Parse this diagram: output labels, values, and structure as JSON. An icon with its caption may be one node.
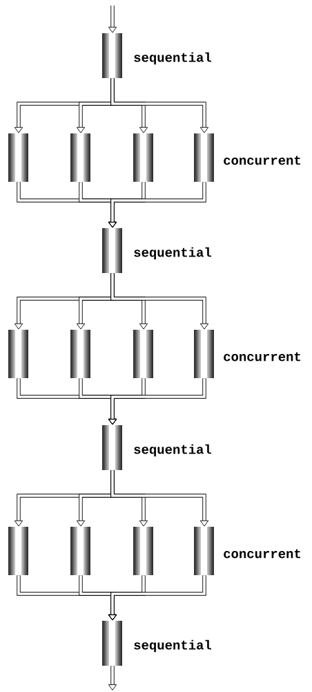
{
  "diagram": {
    "nodes": [
      {
        "text": [],
        "shape": "cylinder",
        "beside": [
          "sequential"
        ]
      },
      {
        "text": [],
        "shape": "cylinder"
      },
      {
        "text": [],
        "shape": "cylinder"
      },
      {
        "text": [],
        "shape": "cylinder"
      },
      {
        "text": [],
        "shape": "cylinder",
        "beside": [
          "concurrent"
        ]
      },
      {
        "text": [],
        "shape": "cylinder",
        "beside": [
          "sequential"
        ]
      },
      {
        "text": [],
        "shape": "cylinder"
      },
      {
        "text": [],
        "shape": "cylinder"
      },
      {
        "text": [],
        "shape": "cylinder"
      },
      {
        "text": [],
        "shape": "cylinder",
        "beside": [
          "concurrent"
        ]
      },
      {
        "text": [],
        "shape": "cylinder",
        "beside": [
          "sequential"
        ]
      },
      {
        "text": [],
        "shape": "cylinder"
      },
      {
        "text": [],
        "shape": "cylinder"
      },
      {
        "text": [],
        "shape": "cylinder"
      },
      {
        "text": [],
        "shape": "cylinder",
        "beside": [
          "concurrent"
        ]
      },
      {
        "text": [],
        "shape": "cylinder",
        "beside": [
          "sequential"
        ]
      }
    ],
    "edges": [
      {
        "from": null,
        "to": 0,
        "arrow": "to"
      },
      {
        "from": 0,
        "to": 1,
        "arrow": "to"
      },
      {
        "from": 0,
        "to": 2,
        "arrow": "to"
      },
      {
        "from": 0,
        "to": 3,
        "arrow": "to"
      },
      {
        "from": 0,
        "to": 4,
        "arrow": "to"
      },
      {
        "from": 1,
        "to": 5,
        "arrow": "to"
      },
      {
        "from": 2,
        "to": 5,
        "arrow": "to"
      },
      {
        "from": 3,
        "to": 5,
        "arrow": "to"
      },
      {
        "from": 4,
        "to": 5,
        "arrow": "to"
      },
      {
        "from": 5,
        "to": 6,
        "arrow": "to"
      },
      {
        "from": 5,
        "to": 7,
        "arrow": "to"
      },
      {
        "from": 5,
        "to": 8,
        "arrow": "to"
      },
      {
        "from": 5,
        "to": 9,
        "arrow": "to"
      },
      {
        "from": 6,
        "to": 10,
        "arrow": "to"
      },
      {
        "from": 7,
        "to": 10,
        "arrow": "to"
      },
      {
        "from": 8,
        "to": 10,
        "arrow": "to"
      },
      {
        "from": 9,
        "to": 10,
        "arrow": "to"
      },
      {
        "from": 10,
        "to": 11,
        "arrow": "to"
      },
      {
        "from": 10,
        "to": 12,
        "arrow": "to"
      },
      {
        "from": 10,
        "to": 13,
        "arrow": "to"
      },
      {
        "from": 10,
        "to": 14,
        "arrow": "to"
      },
      {
        "from": 11,
        "to": 15,
        "arrow": "to"
      },
      {
        "from": 12,
        "to": 15,
        "arrow": "to"
      },
      {
        "from": 13,
        "to": 15,
        "arrow": "to"
      },
      {
        "from": 14,
        "to": 15,
        "arrow": "to"
      },
      {
        "from": 15,
        "to": null,
        "arrow": "to"
      }
    ]
  }
}
